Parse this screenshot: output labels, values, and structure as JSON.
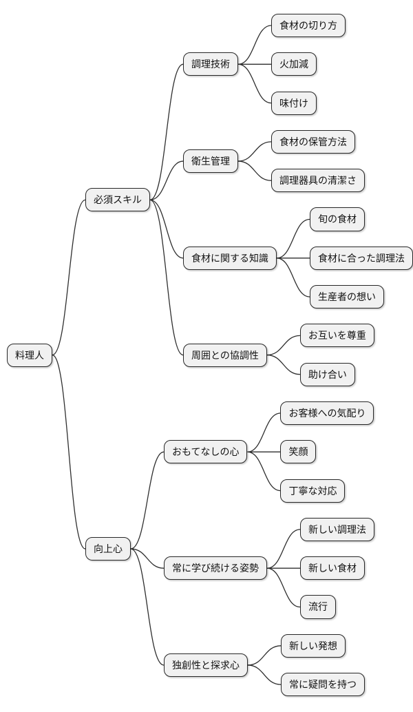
{
  "diagram": {
    "type": "mindmap",
    "direction": "left-to-right",
    "colors": {
      "background": "#ffffff",
      "node_fill": "#f1f1f1",
      "node_border": "#262626",
      "edge": "#2e2e2e",
      "text": "#111111"
    },
    "root": {
      "label": "料理人",
      "children": [
        {
          "label": "必須スキル",
          "children": [
            {
              "label": "調理技術",
              "children": [
                {
                  "label": "食材の切り方"
                },
                {
                  "label": "火加減"
                },
                {
                  "label": "味付け"
                }
              ]
            },
            {
              "label": "衛生管理",
              "children": [
                {
                  "label": "食材の保管方法"
                },
                {
                  "label": "調理器具の清潔さ"
                }
              ]
            },
            {
              "label": "食材に関する知識",
              "children": [
                {
                  "label": "旬の食材"
                },
                {
                  "label": "食材に合った調理法"
                },
                {
                  "label": "生産者の想い"
                }
              ]
            },
            {
              "label": "周囲との協調性",
              "children": [
                {
                  "label": "お互いを尊重"
                },
                {
                  "label": "助け合い"
                }
              ]
            }
          ]
        },
        {
          "label": "向上心",
          "children": [
            {
              "label": "おもてなしの心",
              "children": [
                {
                  "label": "お客様への気配り"
                },
                {
                  "label": "笑顔"
                },
                {
                  "label": "丁寧な対応"
                }
              ]
            },
            {
              "label": "常に学び続ける姿勢",
              "children": [
                {
                  "label": "新しい調理法"
                },
                {
                  "label": "新しい食材"
                },
                {
                  "label": "流行"
                }
              ]
            },
            {
              "label": "独創性と探求心",
              "children": [
                {
                  "label": "新しい発想"
                },
                {
                  "label": "常に疑問を持つ"
                }
              ]
            }
          ]
        }
      ]
    }
  }
}
